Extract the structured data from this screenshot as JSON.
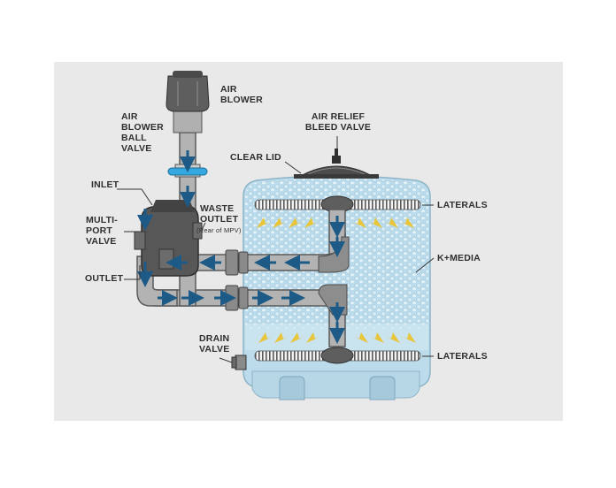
{
  "diagram": {
    "labels": {
      "air_blower": "AIR\nBLOWER",
      "air_blower_ball_valve": "AIR\nBLOWER\nBALL\nVALVE",
      "clear_lid": "CLEAR LID",
      "air_relief_bleed_valve": "AIR RELIEF\nBLEED VALVE",
      "inlet": "INLET",
      "multi_port_valve": "MULTI-\nPORT\nVALVE",
      "waste_outlet": "WASTE\nOUTLET",
      "waste_outlet_note": "(Rear of MPV)",
      "outlet": "OUTLET",
      "laterals_top": "LATERALS",
      "k_media": "K+MEDIA",
      "drain_valve": "DRAIN\nVALVE",
      "laterals_bottom": "LATERALS"
    },
    "colors": {
      "panel_background": "#e9e9e9",
      "tank_water": "#bcdcec",
      "pipe": "#b3b3b3",
      "pipe_dark": "#585858",
      "flow_arrow": "#1d5a86",
      "air_arrow": "#e8c53a",
      "ball_valve_handle": "#36a8e0",
      "leader_line": "#333333"
    }
  }
}
